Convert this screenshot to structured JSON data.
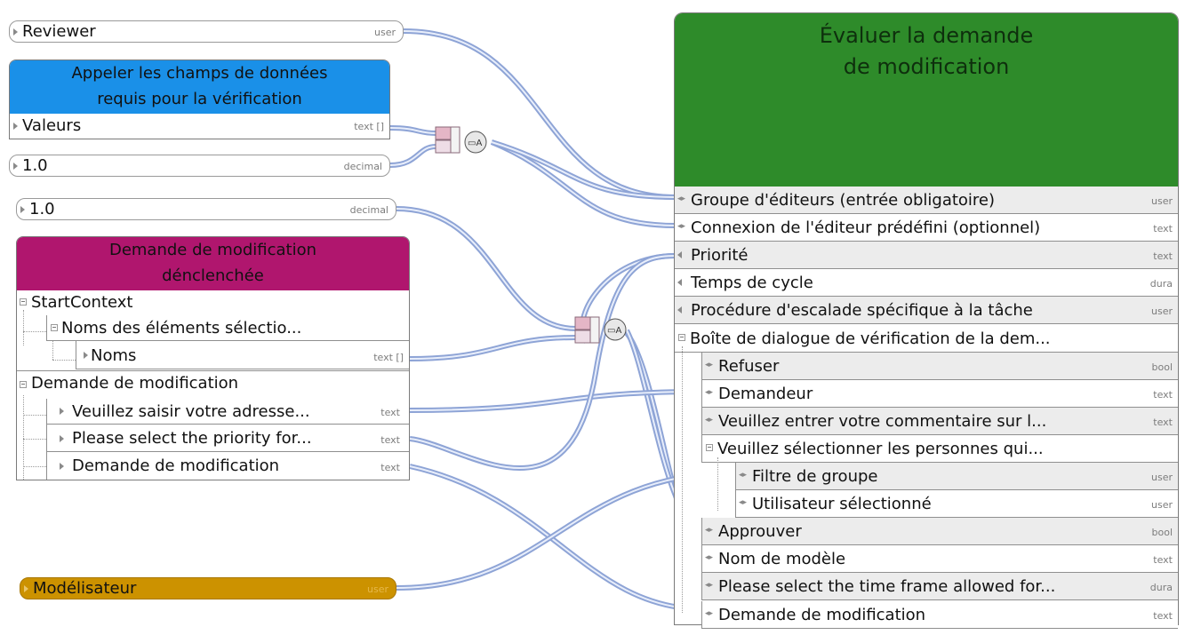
{
  "inputs": {
    "reviewer": {
      "label": "Reviewer",
      "type": "user"
    },
    "decimal_1": {
      "label": "1.0",
      "type": "decimal"
    },
    "decimal_2": {
      "label": "1.0",
      "type": "decimal"
    },
    "modelisateur": {
      "label": "Modélisateur",
      "type": "user"
    }
  },
  "call_box": {
    "title": "Appeler les champs de données requis pour la vérification",
    "title_line1": "Appeler les champs de données",
    "title_line2": "requis pour la vérification",
    "color": "#1a90e8",
    "row": {
      "label": "Valeurs",
      "type": "text []"
    }
  },
  "trigger_box": {
    "title_line1": "Demande de modification",
    "title_line2": "dénclenchée",
    "color": "#b0166e",
    "rows": [
      {
        "label": "StartContext",
        "type": ""
      },
      {
        "label": "Noms des éléments sélectio...",
        "type": ""
      },
      {
        "label": "Noms",
        "type": "text []"
      },
      {
        "label": "Demande de modification",
        "type": ""
      },
      {
        "label": "Veuillez saisir votre adresse...",
        "type": "text"
      },
      {
        "label": "Please select the priority for...",
        "type": "text"
      },
      {
        "label": "Demande de modification",
        "type": "text"
      }
    ]
  },
  "task_box": {
    "title_line1": "Évaluer la demande",
    "title_line2": "de modification",
    "color": "#2e8b2a",
    "rows": [
      {
        "label": "Groupe d'éditeurs (entrée obligatoire)",
        "type": "user"
      },
      {
        "label": "Connexion de l'éditeur prédéfini (optionnel)",
        "type": "text"
      },
      {
        "label": "Priorité",
        "type": "text"
      },
      {
        "label": "Temps de cycle",
        "type": "dura"
      },
      {
        "label": "Procédure d'escalade spécifique à la tâche",
        "type": "user"
      },
      {
        "label": "Boîte de dialogue de vérification de la dem...",
        "type": ""
      },
      {
        "label": "Refuser",
        "type": "bool"
      },
      {
        "label": "Demandeur",
        "type": "text"
      },
      {
        "label": "Veuillez entrer votre commentaire sur l...",
        "type": "text"
      },
      {
        "label": "Veuillez sélectionner les personnes qui...",
        "type": ""
      },
      {
        "label": "Filtre de groupe",
        "type": "user"
      },
      {
        "label": "Utilisateur sélectionné",
        "type": "user"
      },
      {
        "label": "Approuver",
        "type": "bool"
      },
      {
        "label": "Nom de modèle",
        "type": "text"
      },
      {
        "label": "Please select the time frame allowed for...",
        "type": "dura"
      },
      {
        "label": "Demande de modification",
        "type": "text"
      }
    ]
  },
  "colors": {
    "wire": "#a9b9e0",
    "modelisateur": "#cc9200",
    "hub_pink": "#e4b6c6"
  }
}
